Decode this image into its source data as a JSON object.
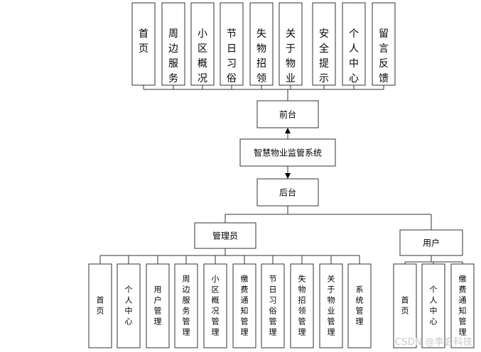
{
  "frontend_items": [
    "首页",
    "周边服务",
    "小区概况",
    "节日习俗",
    "失物招领",
    "关于物业",
    "安全提示",
    "个人中心",
    "留言反馈"
  ],
  "frontend_node": "前台",
  "system_node": "智慧物业监管系统",
  "backend_node": "后台",
  "admin_node": "管理员",
  "user_node": "用户",
  "admin_items": [
    "首页",
    "个人中心",
    "用户管理",
    "周边服务管理",
    "小区概况管理",
    "缴费通知管理",
    "节日习俗管理",
    "失物招领管理",
    "关于物业管理",
    "系统管理"
  ],
  "user_items": [
    "首页",
    "个人中心",
    "缴费通知管理"
  ],
  "watermark": "CSDN @李会科技"
}
